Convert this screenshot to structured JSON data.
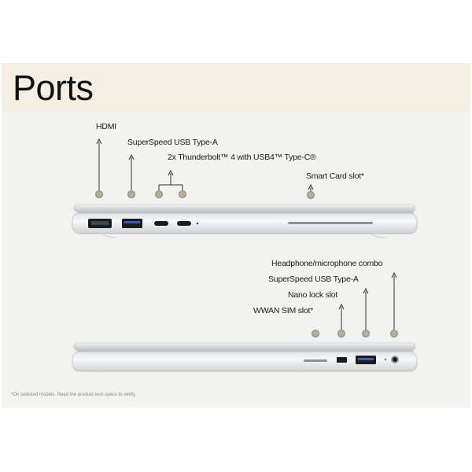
{
  "title": "Ports",
  "top_view": {
    "labels": {
      "hdmi": "HDMI",
      "usb_a": "SuperSpeed USB Type-A",
      "thunderbolt": "2x Thunderbolt™ 4 with USB4™ Type-C®",
      "smart_card": "Smart Card slot*"
    }
  },
  "bottom_view": {
    "labels": {
      "headphone": "Headphone/microphone combo",
      "usb_a": "SuperSpeed USB Type-A",
      "nano_lock": "Nano lock slot",
      "wwan_sim": "WWAN SIM slot*"
    }
  },
  "footnote": "*On selected models. Read the product tech specs to verify.",
  "colors": {
    "header_bg": "#f5efe3",
    "panel_bg": "#f2f2f1",
    "marker": "#b9ad95",
    "laptop_silver": "#d9dbdc"
  }
}
